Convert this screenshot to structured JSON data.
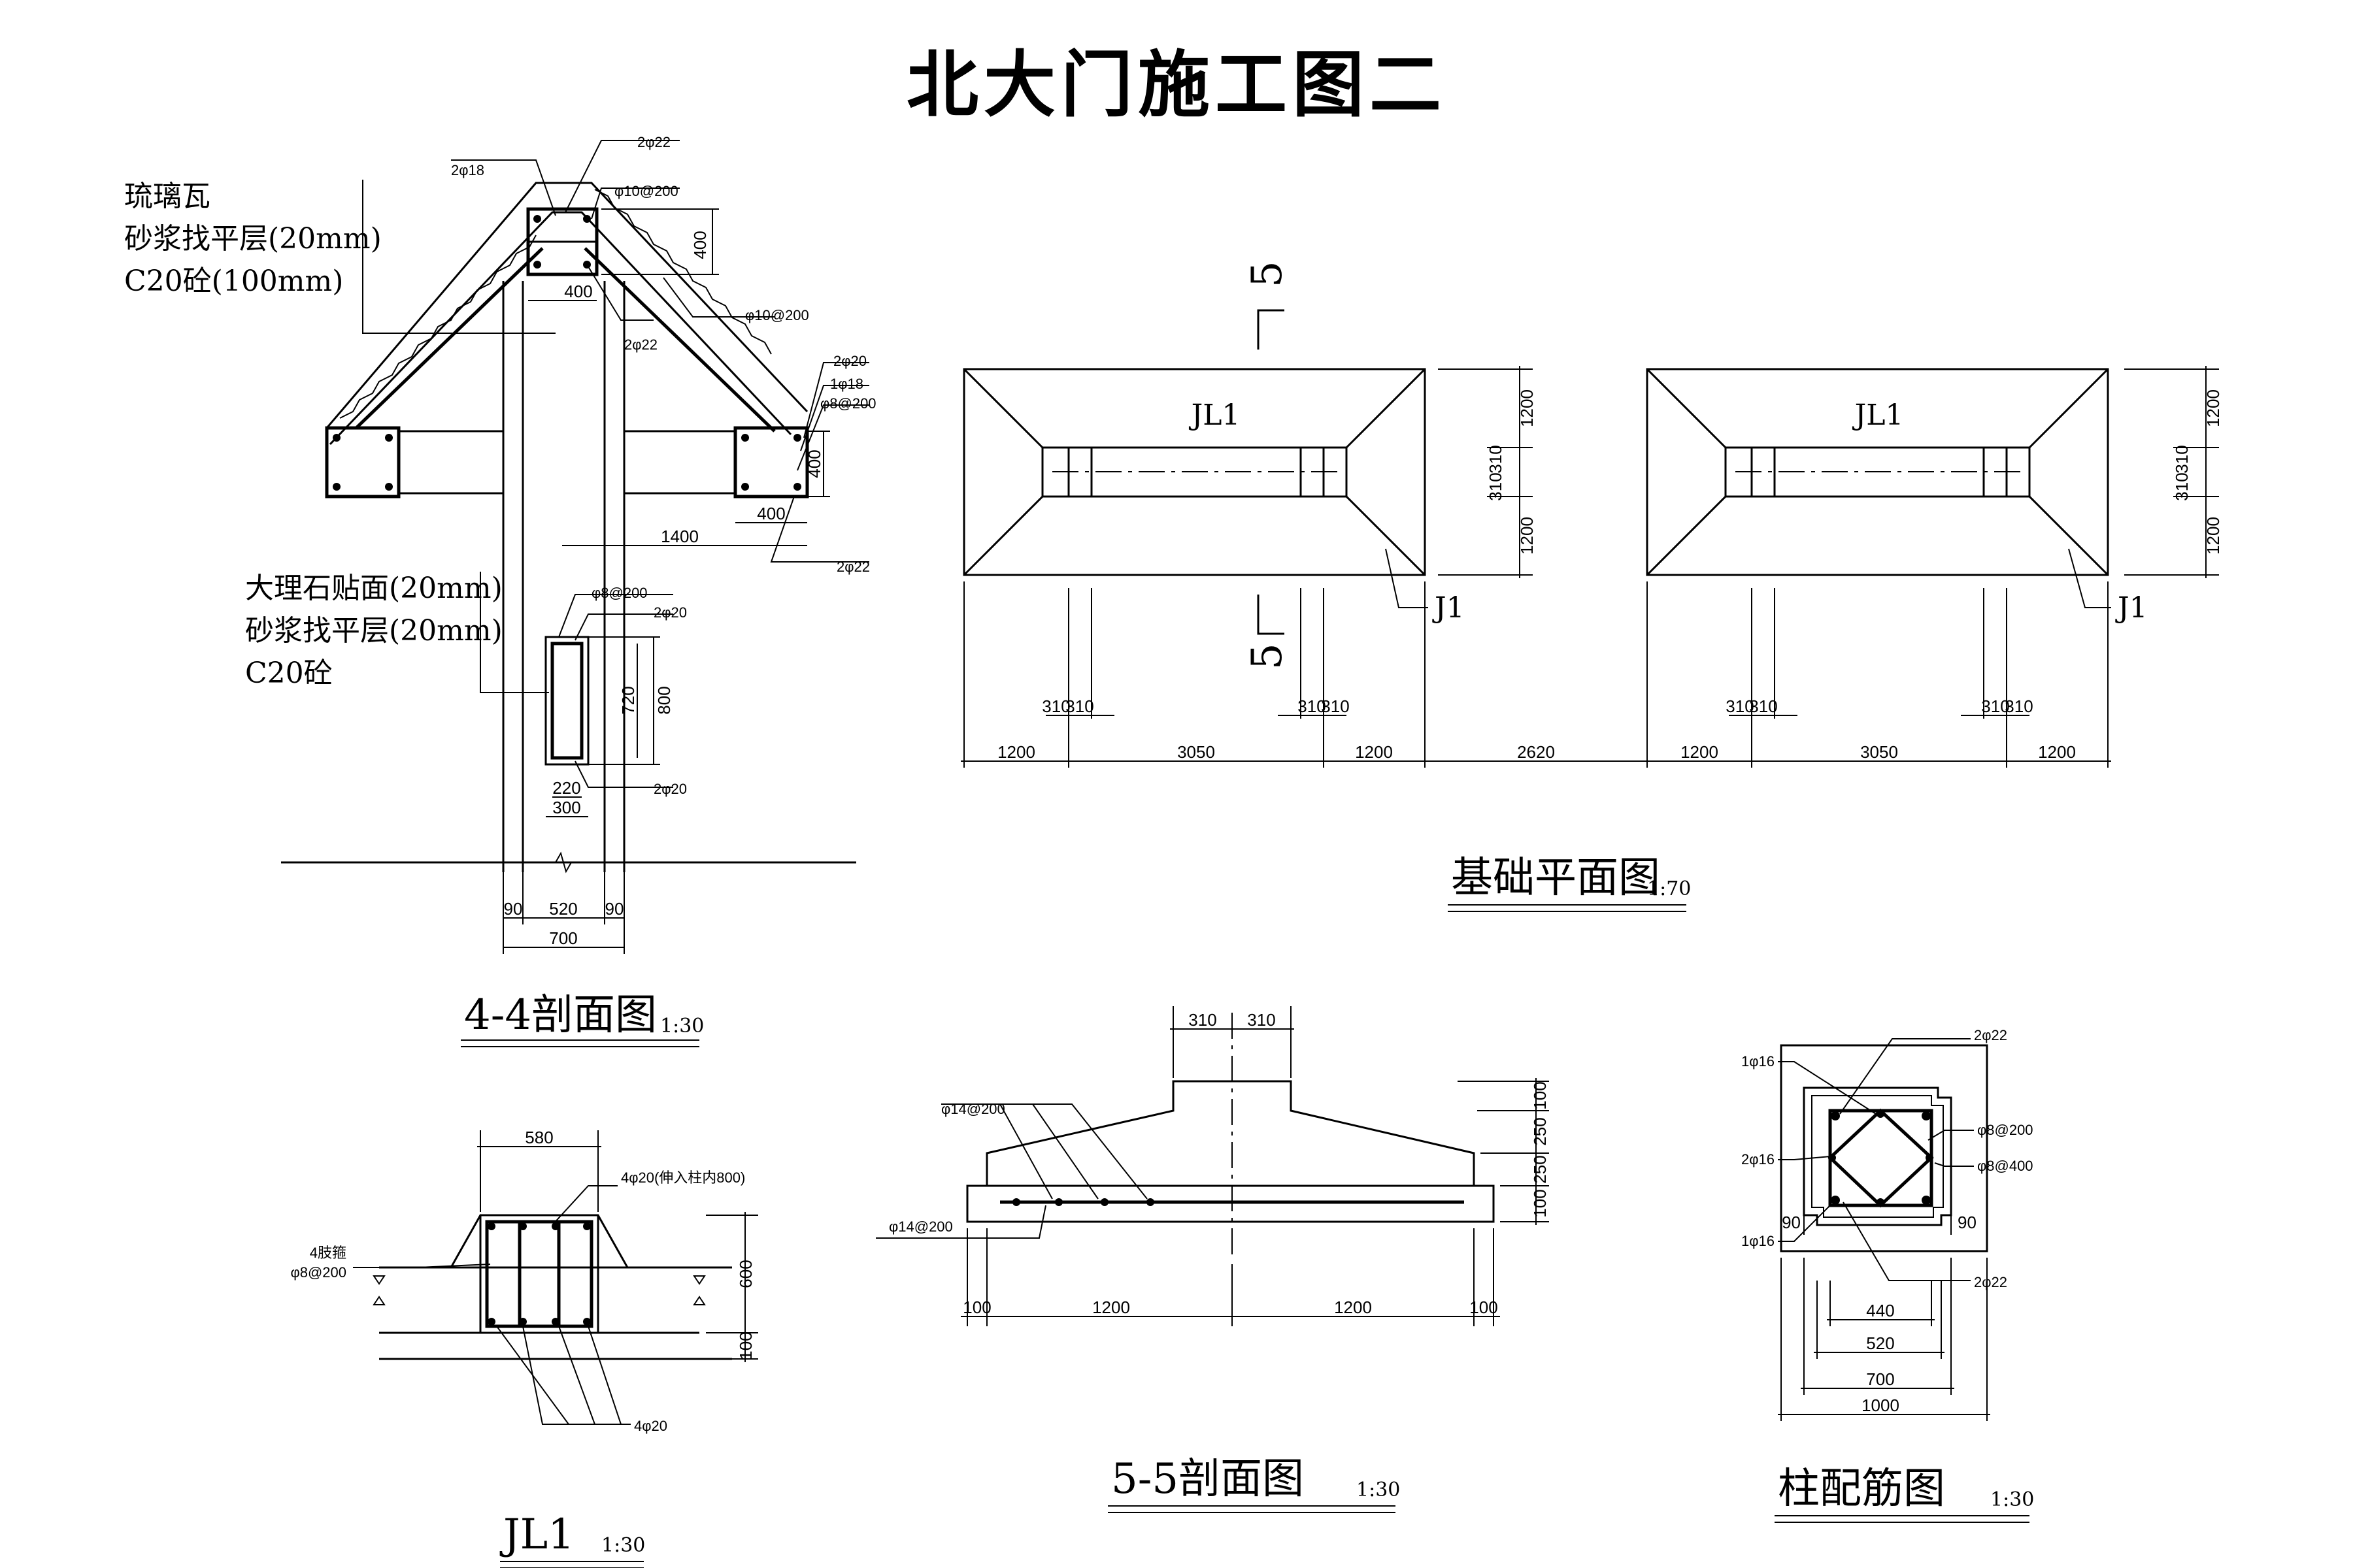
{
  "title": "北大门施工图二",
  "s44": {
    "layers": [
      "琉璃瓦",
      "砂浆找平层(20mm)",
      "C20砼(100mm)"
    ],
    "beam_layers": [
      "大理石贴面(20mm)",
      "砂浆找平层(20mm)",
      "C20砼"
    ],
    "rebar": {
      "top_left": "2φ18",
      "top_right": "2φ22",
      "top_stirrup": "φ10@200",
      "mid_bottom": "2φ22",
      "slope_stirrup": "φ10@200",
      "eave_a": "2φ20",
      "eave_b": "1φ18",
      "eave_c": "φ8@200",
      "eave_bottom": "2φ22",
      "beam_stirrup": "φ8@200",
      "beam_top": "2φ20",
      "beam_bottom": "2φ20"
    },
    "dims": {
      "d400a": "400",
      "d400b": "400",
      "d1400": "1400",
      "d400c": "400",
      "d400d": "400",
      "d720": "720",
      "d800": "800",
      "d220": "220",
      "d300": "300",
      "d90a": "90",
      "d520": "520",
      "d90b": "90",
      "d700": "700"
    },
    "caption": "4-4剖面图",
    "scale": "1:30"
  },
  "plan": {
    "section_mark": "5",
    "jl1": "JL1",
    "j1": "J1",
    "dims_v": [
      "1200",
      "310",
      "310",
      "1200"
    ],
    "dims_310": [
      "310",
      "310"
    ],
    "dims_bottom": [
      "1200",
      "3050",
      "1200",
      "2620",
      "1200",
      "3050",
      "1200"
    ],
    "caption": "基础平面图",
    "scale": "1:70"
  },
  "jl1": {
    "w580": "580",
    "top_bar": "4φ20(伸入柱内800)",
    "stirrup_a": "4肢箍",
    "stirrup_b": "φ8@200",
    "h600": "600",
    "h100": "100",
    "bottom_bar": "4φ20",
    "caption": "JL1",
    "scale": "1:30"
  },
  "s55": {
    "top_a": "310",
    "top_b": "310",
    "rebar_top": "φ14@200",
    "rebar_bottom": "φ14@200",
    "v100a": "100",
    "v250a": "250",
    "v250b": "250",
    "v100b": "100",
    "b100a": "100",
    "b1200a": "1200",
    "b1200b": "1200",
    "b100b": "100",
    "caption": "5-5剖面图",
    "scale": "1:30"
  },
  "col": {
    "r2_22a": "2φ22",
    "r1_16a": "1φ16",
    "r8_200": "φ8@200",
    "r2_16": "2φ16",
    "r8_400": "φ8@400",
    "r90a": "90",
    "r90b": "90",
    "r1_16b": "1φ16",
    "r2_22b": "2φ22",
    "d440": "440",
    "d520": "520",
    "d700": "700",
    "d1000": "1000",
    "caption": "柱配筋图",
    "scale": "1:30"
  }
}
